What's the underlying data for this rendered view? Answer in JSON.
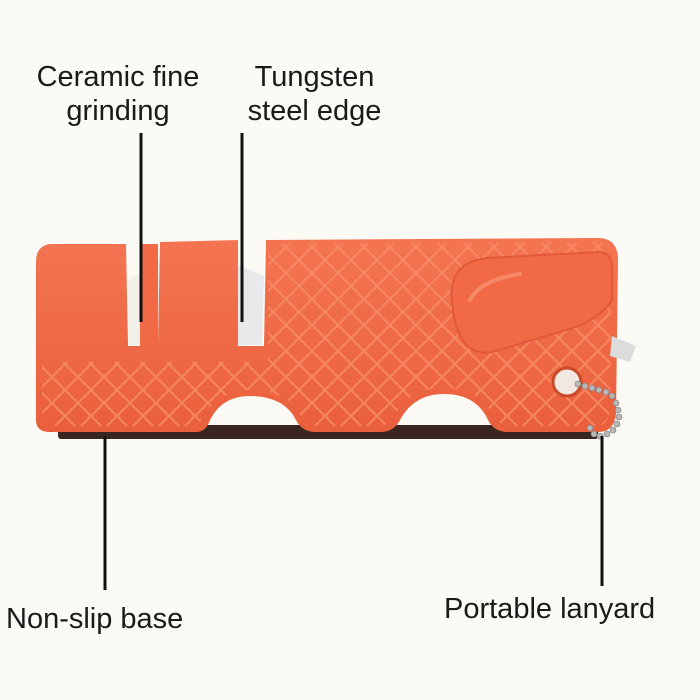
{
  "labels": {
    "ceramic": [
      "Ceramic fine",
      "grinding"
    ],
    "tungsten": [
      "Tungsten",
      "steel edge"
    ],
    "base": "Non-slip base",
    "lanyard": "Portable lanyard"
  },
  "colors": {
    "body": "#f26a45",
    "body_shadow": "#d9532f",
    "texture": "#f78a66",
    "background": "#fcfaf5",
    "leader": "#111111"
  }
}
